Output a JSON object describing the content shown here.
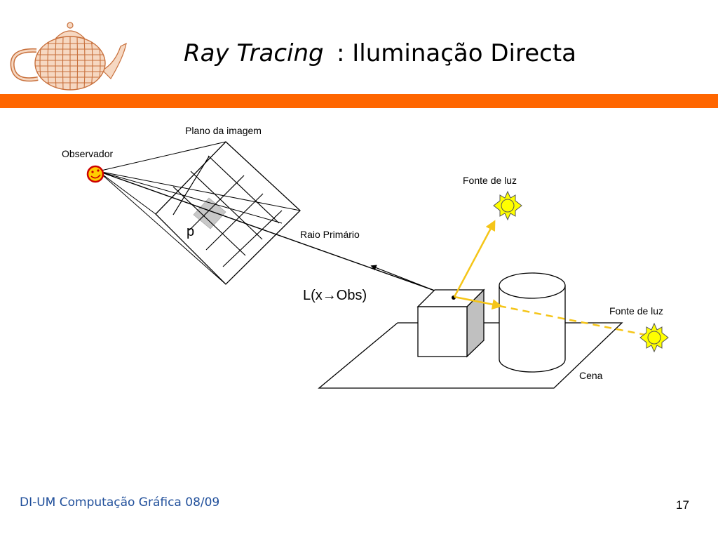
{
  "title": {
    "italic": "Ray Tracing",
    "rest": ": Iluminação Directa"
  },
  "diagram": {
    "labels": {
      "image_plane": "Plano da imagem",
      "observer": "Observador",
      "pixel": "p",
      "primary_ray": "Raio Primário",
      "radiance": "L(x→Obs)",
      "light_top": "Fonte de luz",
      "light_right": "Fonte de luz",
      "scene": "Cena"
    },
    "colors": {
      "ray_yellow": "#f5c518",
      "sun_fill": "#ffff00",
      "smiley_fill": "#ffcc00",
      "smiley_ring": "#cc0000",
      "box_shade": "#c0c0c0",
      "pixel_fill": "#c8c8c8"
    },
    "icons": [
      "teapot-image",
      "smiley-icon",
      "sun-icon"
    ]
  },
  "footer": {
    "course": "DI-UM Computação Gráfica 08/09",
    "page_number": "17"
  }
}
